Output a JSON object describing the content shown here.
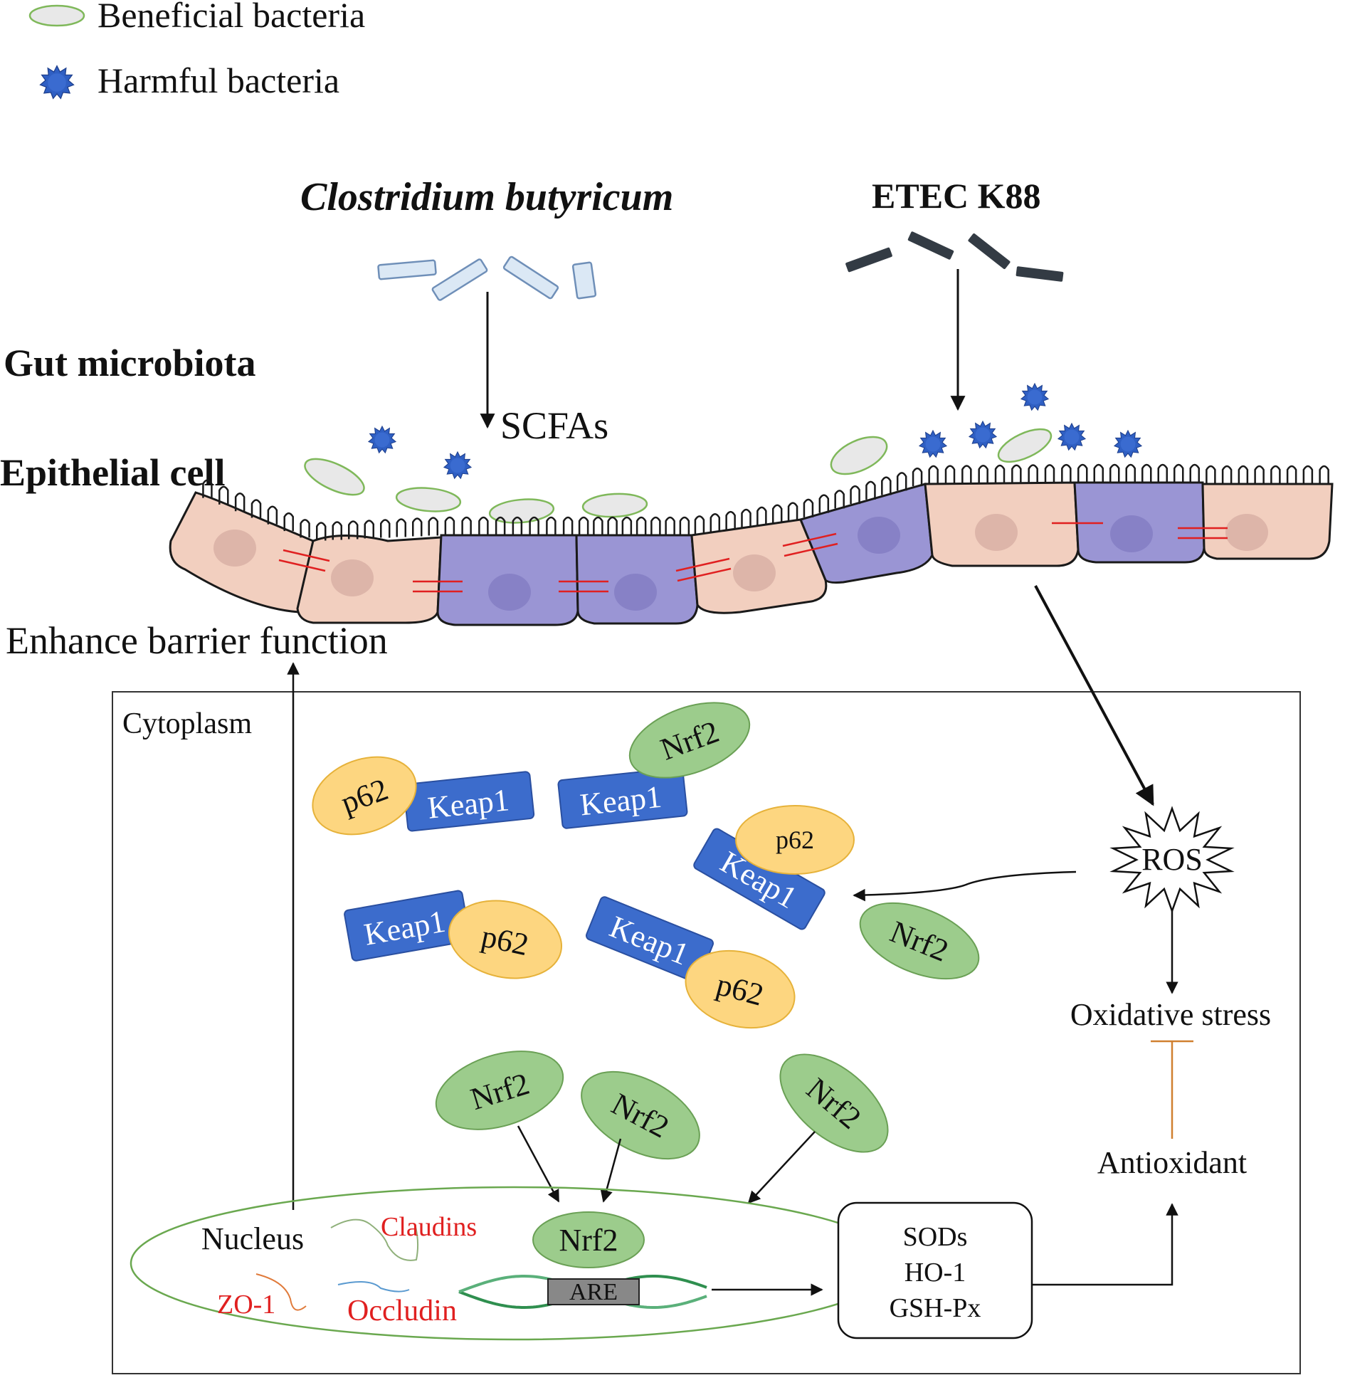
{
  "legend": {
    "beneficial": "Beneficial bacteria",
    "harmful": "Harmful bacteria"
  },
  "labels": {
    "clostridium": "Clostridium butyricum",
    "etec": "ETEC K88",
    "gut_microbiota": "Gut microbiota",
    "epithelial_cell": "Epithelial cell",
    "scfas": "SCFAs",
    "enhance_barrier": "Enhance barrier function",
    "cytoplasm": "Cytoplasm",
    "ros": "ROS",
    "oxidative_stress": "Oxidative stress",
    "antioxidant": "Antioxidant",
    "nucleus": "Nucleus",
    "claudins": "Claudins",
    "zo1": "ZO-1",
    "occludin": "Occludin",
    "are": "ARE"
  },
  "proteins": {
    "p62": "p62",
    "keap1": "Keap1",
    "nrf2": "Nrf2"
  },
  "enzymes": [
    "SODs",
    "HO-1",
    "GSH-Px"
  ],
  "colors": {
    "keap1": "#3c6ccc",
    "p62": "#fdd680",
    "nrf2": "#9ccc8c",
    "harmful": "#2f5fc3",
    "beneficial_fill": "#e8e8e8",
    "beneficial_stroke": "#7fb85a",
    "cell_pink": "#f2cfbf",
    "cell_purple": "#9a95d4",
    "tight_junction": "#e02020",
    "tight_junction_protein_label": "#e02020",
    "inhibition": "#d08030"
  }
}
